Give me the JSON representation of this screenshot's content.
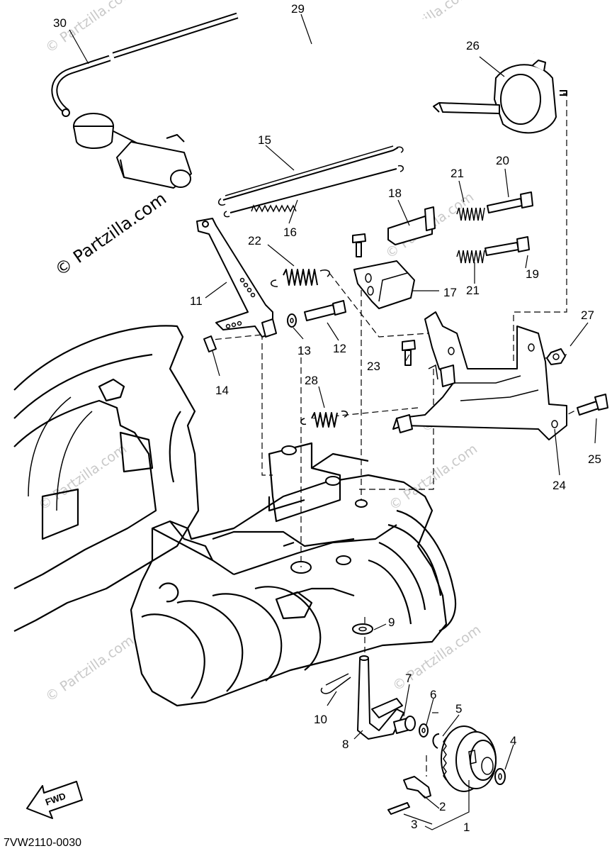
{
  "diagram": {
    "callouts": {
      "c1": "1",
      "c2": "2",
      "c3": "3",
      "c4": "4",
      "c5": "5",
      "c6": "6",
      "c7": "7",
      "c8": "8",
      "c9": "9",
      "c10": "10",
      "c11": "11",
      "c12": "12",
      "c13": "13",
      "c14": "14",
      "c15": "15",
      "c16": "16",
      "c17": "17",
      "c18": "18",
      "c19": "19",
      "c20": "20",
      "c21a": "21",
      "c21b": "21",
      "c22": "22",
      "c23": "23",
      "c24": "24",
      "c25": "25",
      "c26": "26",
      "c27": "27",
      "c28": "28",
      "c29": "29",
      "c30": "30"
    },
    "watermark_main": "© Partzilla.com",
    "watermark_small": "© Partzilla.com",
    "fwd_label": "FWD",
    "diagram_code": "7VW2110-0030"
  }
}
